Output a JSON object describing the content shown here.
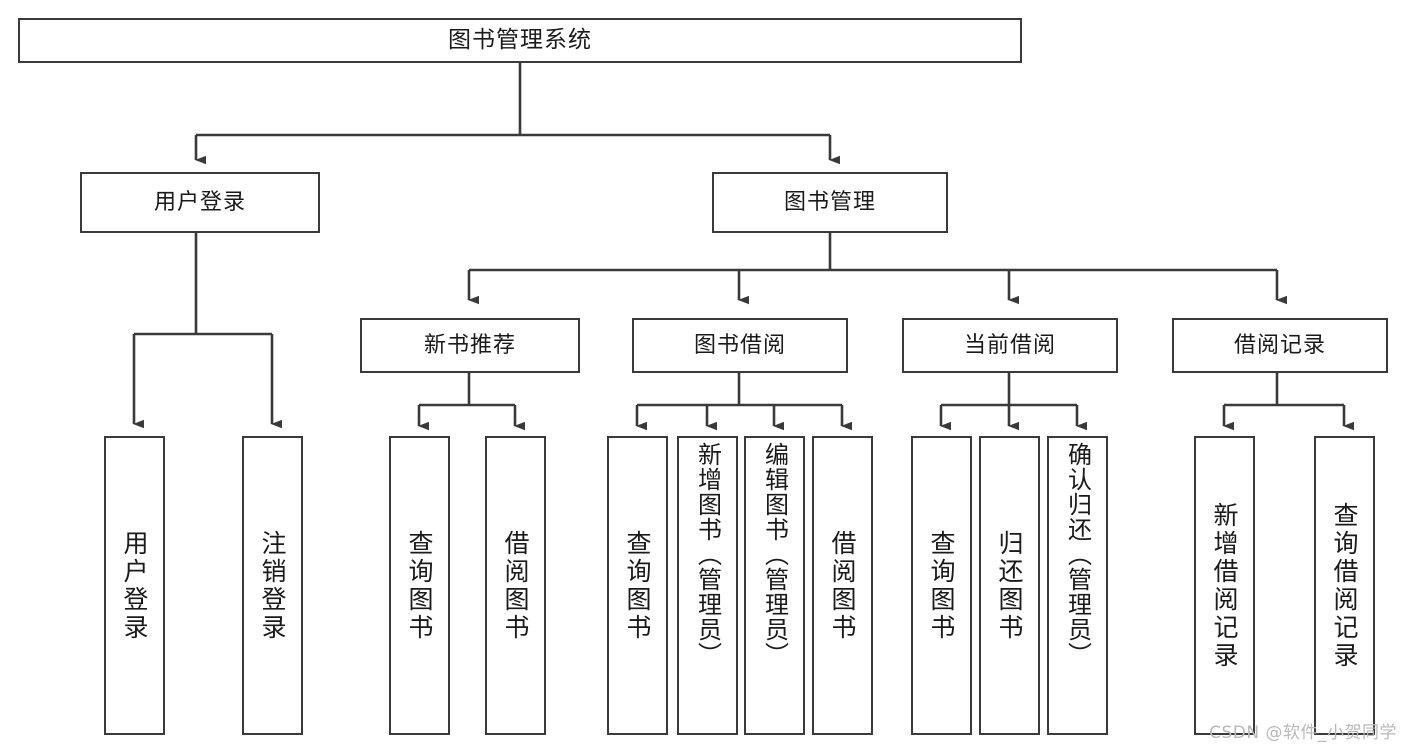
{
  "diagram": {
    "title_text": "图书管理系统",
    "line_color": "#3a3a3a",
    "background_color": "#ffffff",
    "text_color": "#1a1a1a",
    "nodes": {
      "root": {
        "label": "图书管理系统"
      },
      "level1": [
        {
          "id": "user-login",
          "label": "用户登录"
        },
        {
          "id": "book-manage",
          "label": "图书管理"
        }
      ],
      "level2": [
        {
          "id": "new-book-recommend",
          "label": "新书推荐"
        },
        {
          "id": "book-borrow",
          "label": "图书借阅"
        },
        {
          "id": "current-borrow",
          "label": "当前借阅"
        },
        {
          "id": "borrow-record",
          "label": "借阅记录"
        }
      ],
      "leaves": {
        "user_login": [
          {
            "id": "leaf-user-login",
            "label": "用户登录"
          },
          {
            "id": "leaf-logout-login",
            "label": "注销登录"
          }
        ],
        "new_book_recommend": [
          {
            "id": "leaf-query-book-1",
            "label": "查询图书"
          },
          {
            "id": "leaf-borrow-book-1",
            "label": "借阅图书"
          }
        ],
        "book_borrow": [
          {
            "id": "leaf-query-book-2",
            "label": "查询图书"
          },
          {
            "id": "leaf-add-book-admin",
            "label": "新增图书（管理员）"
          },
          {
            "id": "leaf-edit-book-admin",
            "label": "编辑图书（管理员）"
          },
          {
            "id": "leaf-borrow-book-2",
            "label": "借阅图书"
          }
        ],
        "current_borrow": [
          {
            "id": "leaf-query-book-3",
            "label": "查询图书"
          },
          {
            "id": "leaf-return-book",
            "label": "归还图书"
          },
          {
            "id": "leaf-confirm-return-admin",
            "label": "确认归还（管理员）"
          }
        ],
        "borrow_record": [
          {
            "id": "leaf-add-borrow-record",
            "label": "新增借阅记录"
          },
          {
            "id": "leaf-query-borrow-record",
            "label": "查询借阅记录"
          }
        ]
      }
    },
    "watermark": "CSDN @软件_小贺同学"
  }
}
